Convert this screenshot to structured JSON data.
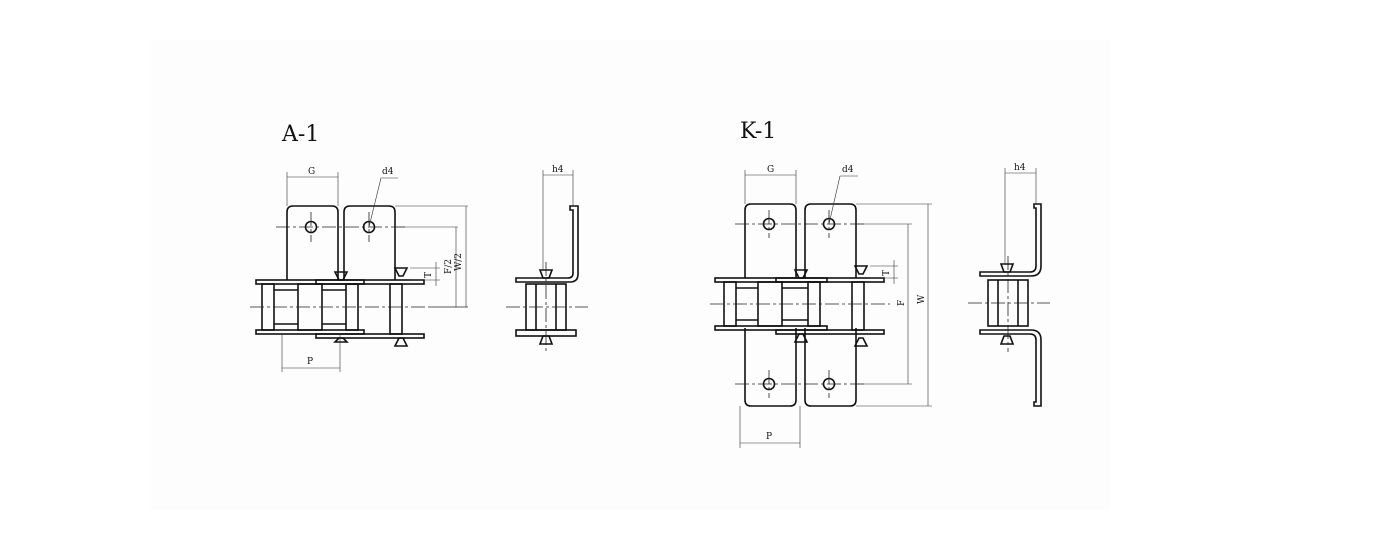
{
  "figures": [
    {
      "title": "A-1",
      "labels": {
        "g": "G",
        "d4": "d4",
        "p": "P",
        "t": "T",
        "f_half": "F/2",
        "w_half": "W/2",
        "h4": "h4"
      }
    },
    {
      "title": "K-1",
      "labels": {
        "g": "G",
        "d4": "d4",
        "p": "P",
        "t": "T",
        "f": "F",
        "w": "W",
        "h4": "h4"
      }
    }
  ]
}
